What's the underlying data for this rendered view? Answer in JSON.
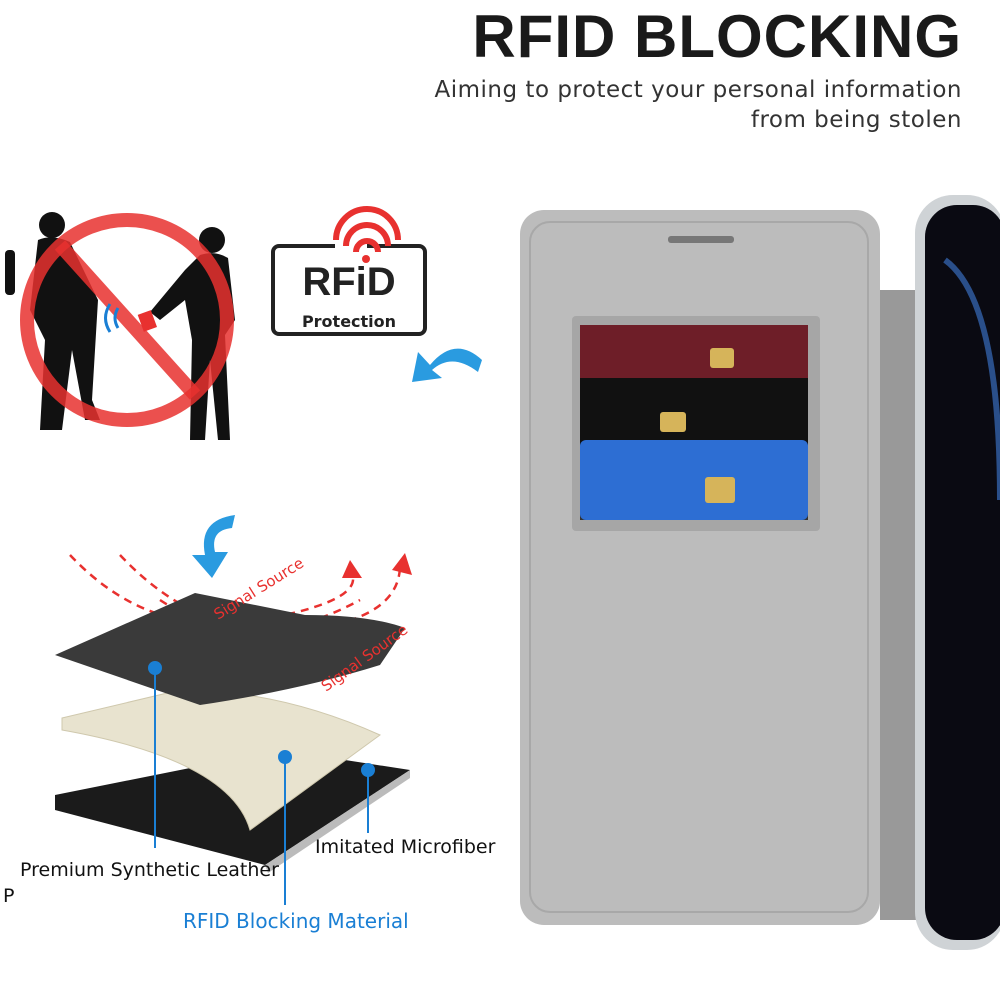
{
  "header": {
    "title": "RFID BLOCKING",
    "subtitle_line1": "Aiming to protect your personal information",
    "subtitle_line2": "from being stolen"
  },
  "logo": {
    "text_main": "RFiD",
    "text_sub": "Protection"
  },
  "diagram": {
    "signal_label_1": "Signal Source",
    "signal_label_2": "Signal Source",
    "layers": [
      {
        "label": "Premium Synthetic Leather"
      },
      {
        "label": "RFID Blocking Material"
      },
      {
        "label": "Imitated Microfiber"
      }
    ],
    "cut_label": "P"
  },
  "colors": {
    "accent_blue": "#1a7fd4",
    "signal_red": "#e8312f",
    "case_gray": "#b9b9b9",
    "text_dark": "#1a1a1a"
  },
  "icons": [
    "no-skimming-icon",
    "rfid-wifi-icon",
    "curved-arrow-icon"
  ]
}
